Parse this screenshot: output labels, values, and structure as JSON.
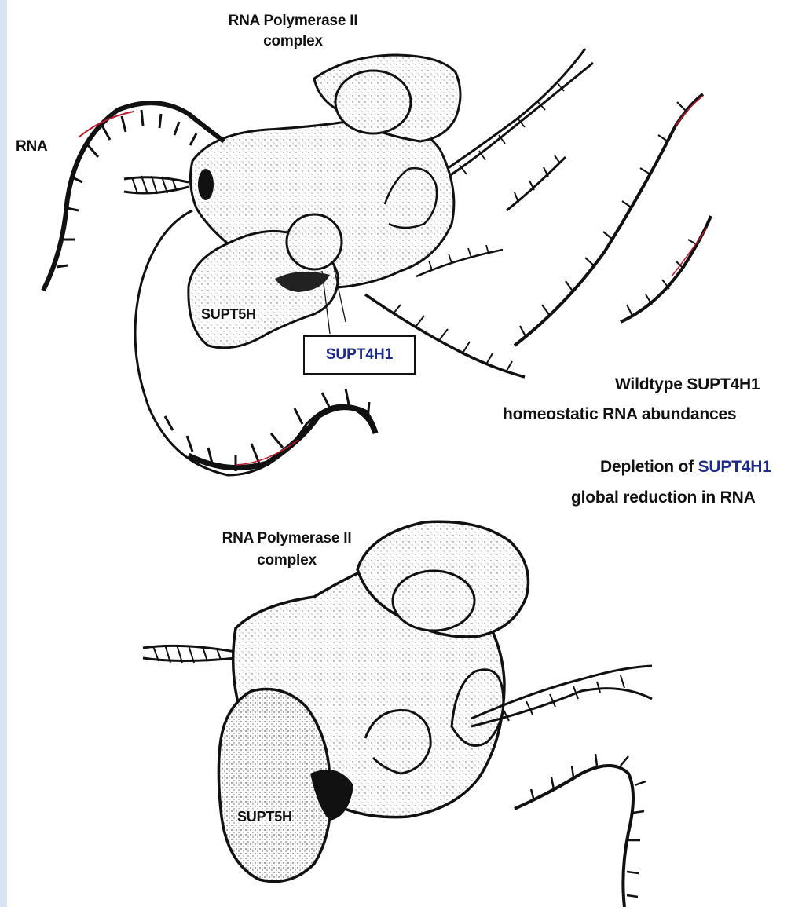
{
  "colors": {
    "border": "#d9e4f3",
    "ink": "#111111",
    "highlight": "#1d2a8f",
    "rna_accent": "#c0182a"
  },
  "top": {
    "polymerase_label_line1": "RNA Polymerase II",
    "polymerase_label_line2": "complex",
    "rna_label": "RNA",
    "spt5_label": "SUPT5H",
    "spt4_label": "SUPT4H1"
  },
  "right": {
    "wildtype_prefix": "Wildtype ",
    "wildtype_gene": "SUPT4H1",
    "wildtype_line2": "homeostatic RNA abundances",
    "depletion_prefix": "Depletion of ",
    "depletion_gene": "SUPT4H1",
    "depletion_line2": "global reduction in RNA"
  },
  "bottom": {
    "polymerase_label_line1": "RNA Polymerase II",
    "polymerase_label_line2": "complex",
    "spt5_label": "SUPT5H"
  }
}
